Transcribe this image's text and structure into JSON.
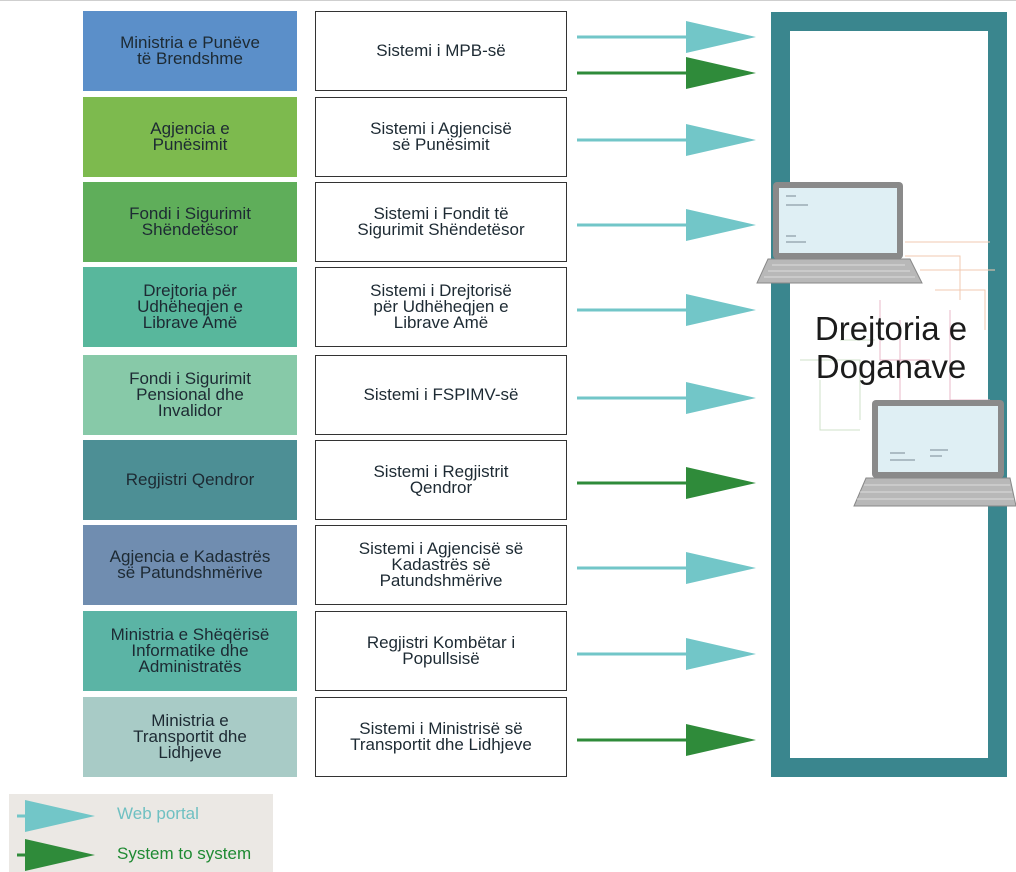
{
  "institutions": [
    {
      "name": "Ministria e Punëve\ntë Brendshme",
      "color": "#5b8fc9",
      "system": "Sistemi i MPB-së",
      "connections": [
        "web-portal",
        "system-to-system"
      ]
    },
    {
      "name": "Agjencia e\nPunësimit",
      "color": "#7dba4e",
      "system": "Sistemi i Agjencisë\nsë Punësimit",
      "connections": [
        "web-portal"
      ]
    },
    {
      "name": "Fondi i Sigurimit\nShëndetësor",
      "color": "#5fae5a",
      "system": "Sistemi i Fondit të\nSigurimit Shëndetësor",
      "connections": [
        "web-portal"
      ]
    },
    {
      "name": "Drejtoria për\nUdhëheqjen e\nLibrave Amë",
      "color": "#58b79c",
      "system": "Sistemi i Drejtorisë\npër Udhëheqjen e\nLibrave Amë",
      "connections": [
        "web-portal"
      ]
    },
    {
      "name": "Fondi i Sigurimit\nPensional dhe\nInvalidor",
      "color": "#87c9a8",
      "system": "Sistemi i FSPIMV-së",
      "connections": [
        "web-portal"
      ]
    },
    {
      "name": "Regjistri Qendror",
      "color": "#4d8f95",
      "system": "Sistemi i Regjistrit\nQendror",
      "connections": [
        "system-to-system"
      ]
    },
    {
      "name": "Agjencia e Kadastrës\nsë Patundshmërive",
      "color": "#708db0",
      "system": "Sistemi i Agjencisë së\nKadastrës së\nPatundshmërive",
      "connections": [
        "web-portal"
      ]
    },
    {
      "name": "Ministria e Shëqërisë\nInformatike dhe\nAdministratës",
      "color": "#5bb4a5",
      "system": "Regjistri Kombëtar i\nPopullsisë",
      "connections": [
        "web-portal"
      ]
    },
    {
      "name": "Ministria e\nTransportit dhe\nLidhjeve",
      "color": "#a8cbc6",
      "system": "Sistemi i Ministrisë së\nTransportit dhe Lidhjeve",
      "connections": [
        "system-to-system"
      ]
    }
  ],
  "customs": {
    "title": "Drejtoria e\nDoganave",
    "color": "#3a868e"
  },
  "legend": [
    {
      "type": "web-portal",
      "label": "Web portal",
      "color": "#72c6c8",
      "text_color": "#6fc0c2"
    },
    {
      "type": "system-to-system",
      "label": "System to system",
      "color": "#2f8b3a",
      "text_color": "#1f8a33"
    }
  ]
}
